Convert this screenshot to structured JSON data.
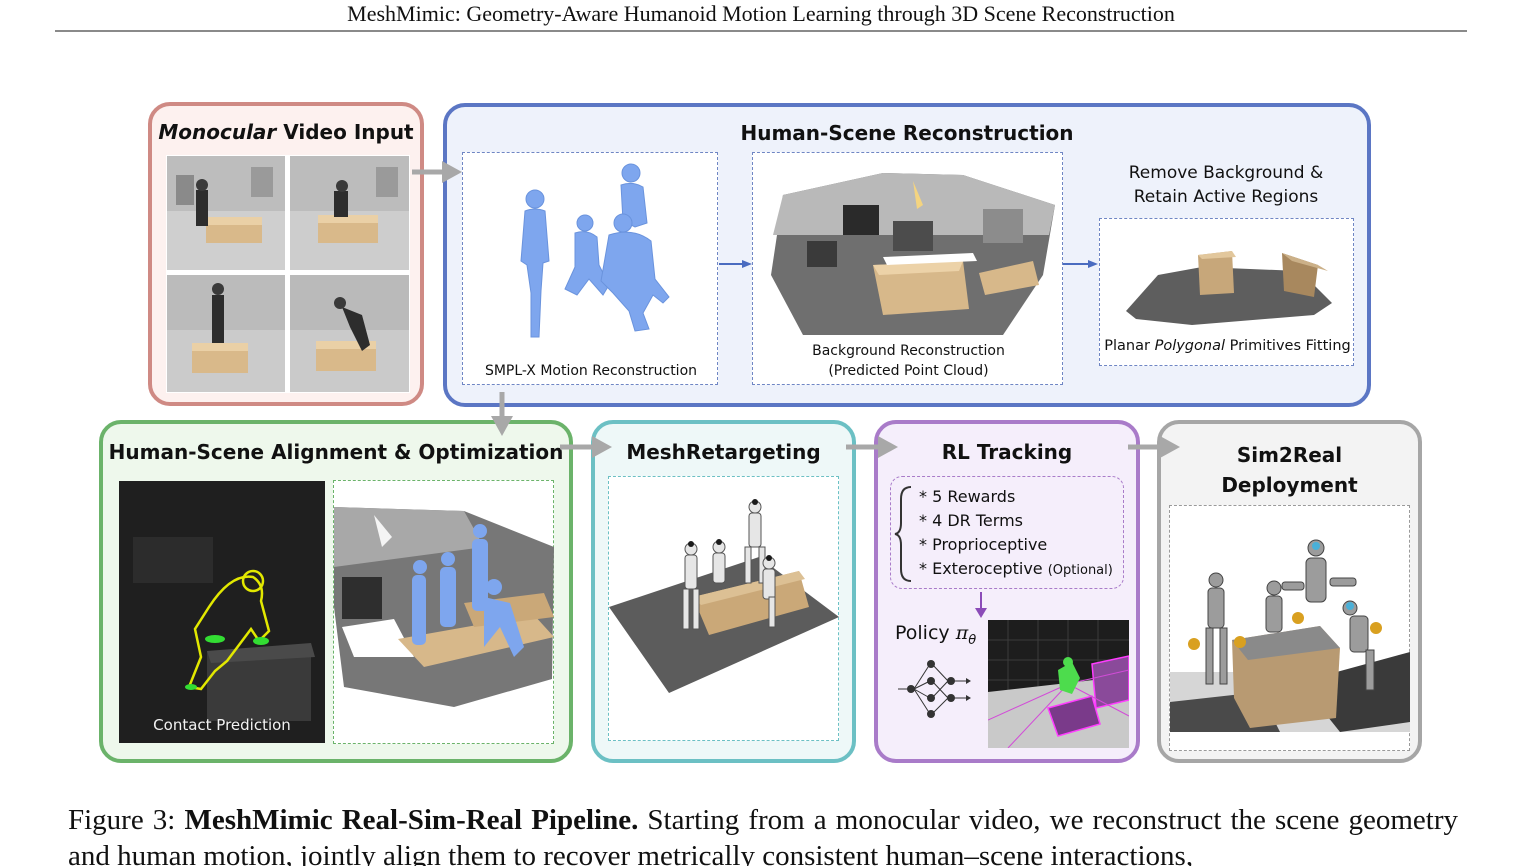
{
  "header": {
    "running_title": "MeshMimic: Geometry-Aware Humanoid Motion Learning through 3D Scene Reconstruction"
  },
  "figure": {
    "input_panel": {
      "title_italic": "Monocular",
      "title_rest": " Video Input"
    },
    "recon_panel": {
      "title": "Human-Scene Reconstruction",
      "smplx_caption": "SMPL-X Motion Reconstruction",
      "bg_caption_line1": "Background Reconstruction",
      "bg_caption_line2": "(Predicted Point Cloud)",
      "remove_caption_line1": "Remove Background &",
      "remove_caption_line2": "Retain Active Regions",
      "primitive_caption_pre": "Planar ",
      "primitive_caption_italic": "Polygonal",
      "primitive_caption_post": " Primitives Fitting"
    },
    "align_panel": {
      "title": "Human-Scene Alignment & Optimization",
      "contact_caption": "Contact Prediction"
    },
    "retarget_panel": {
      "title": "MeshRetargeting"
    },
    "rl_panel": {
      "title": "RL Tracking",
      "items": [
        "* 5 Rewards",
        "* 4 DR Terms",
        "* Proprioceptive",
        "* Exteroceptive"
      ],
      "optional_note": "(Optional)",
      "policy_label": "Policy",
      "policy_symbol": "π",
      "policy_sub": "θ"
    },
    "deploy_panel": {
      "title_line1": "Sim2Real",
      "title_line2": "Deployment"
    },
    "colors": {
      "input_border": "#cf8a84",
      "input_fill": "#fdf1ef",
      "recon_border": "#5b76c4",
      "recon_fill": "#eef2fb",
      "align_border": "#6bb36a",
      "align_fill": "#eef8ec",
      "retarget_border": "#6cc0c4",
      "retarget_fill": "#eef8f8",
      "rl_border": "#a97bc9",
      "rl_fill": "#f5eefb",
      "deploy_border": "#a6a6a6",
      "deploy_fill": "#f3f3f3",
      "human_mesh": "#7ea6ee",
      "arrow_gray": "#a8a8a8",
      "arrow_blue": "#4a6cc0"
    }
  },
  "caption": {
    "label": "Figure 3: ",
    "bold": "MeshMimic Real-Sim-Real Pipeline.",
    "text": " Starting from a monocular video, we reconstruct the scene geometry and human motion, jointly align them to recover metrically consistent human–scene interactions,"
  }
}
